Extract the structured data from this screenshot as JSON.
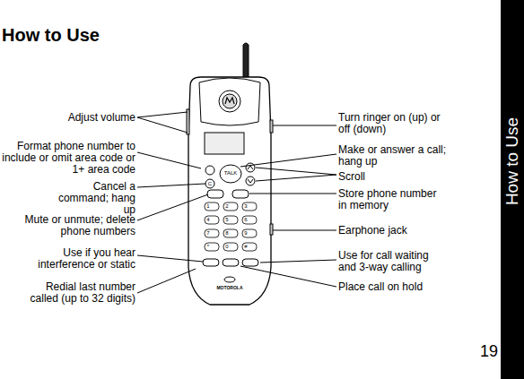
{
  "diagram": {
    "title": "How to Use",
    "labels": [
      "Adjust volume",
      "Format phone number to include or omit area code or 1+ area code",
      "Cancel a command; hang up",
      "Mute or unmute; delete phone numbers",
      "Use if you hear interference or static",
      "Redial last number called (up to 32 digits)",
      "Turn ringer on (up) or off (down)",
      "Make or answer a call; hang up",
      "Scroll",
      "Store phone number in memory",
      "Earphone jack",
      "Use for call waiting and 3-way calling",
      "Place call on hold",
      "TALK",
      "C",
      "1",
      "2",
      "3",
      "4",
      "5",
      "6",
      "7",
      "8",
      "9",
      "*",
      "0",
      "#",
      "MOTOROLA",
      "How to Use",
      "19"
    ]
  }
}
